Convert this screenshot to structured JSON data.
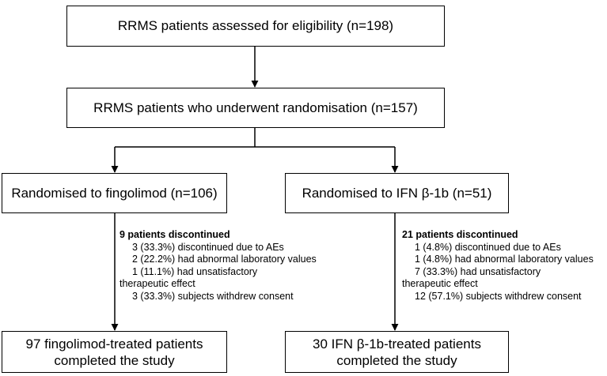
{
  "boxes": {
    "assessed": "RRMS patients assessed for eligibility (n=198)",
    "randomised": "RRMS patients who underwent randomisation (n=157)",
    "arm_left": "Randomised to fingolimod (n=106)",
    "arm_right": "Randomised to  IFN β-1b (n=51)",
    "completed_left_l1": "97 fingolimod-treated patients",
    "completed_left_l2": "completed the study",
    "completed_right_l1": "30 IFN β-1b-treated patients",
    "completed_right_l2": "completed the study"
  },
  "discontinued_left": {
    "heading": "9 patients discontinued",
    "items": [
      "3 (33.3%) discontinued due to AEs",
      "2 (22.2%) had abnormal laboratory values",
      "1 (11.1%) had unsatisfactory",
      "therapeutic effect",
      "3 (33.3%) subjects withdrew consent"
    ]
  },
  "discontinued_right": {
    "heading": "21 patients discontinued",
    "items": [
      "1 (4.8%) discontinued due to AEs",
      "1 (4.8%) had abnormal laboratory values",
      "7 (33.3%) had unsatisfactory",
      "therapeutic effect",
      "12 (57.1%) subjects withdrew consent"
    ]
  }
}
